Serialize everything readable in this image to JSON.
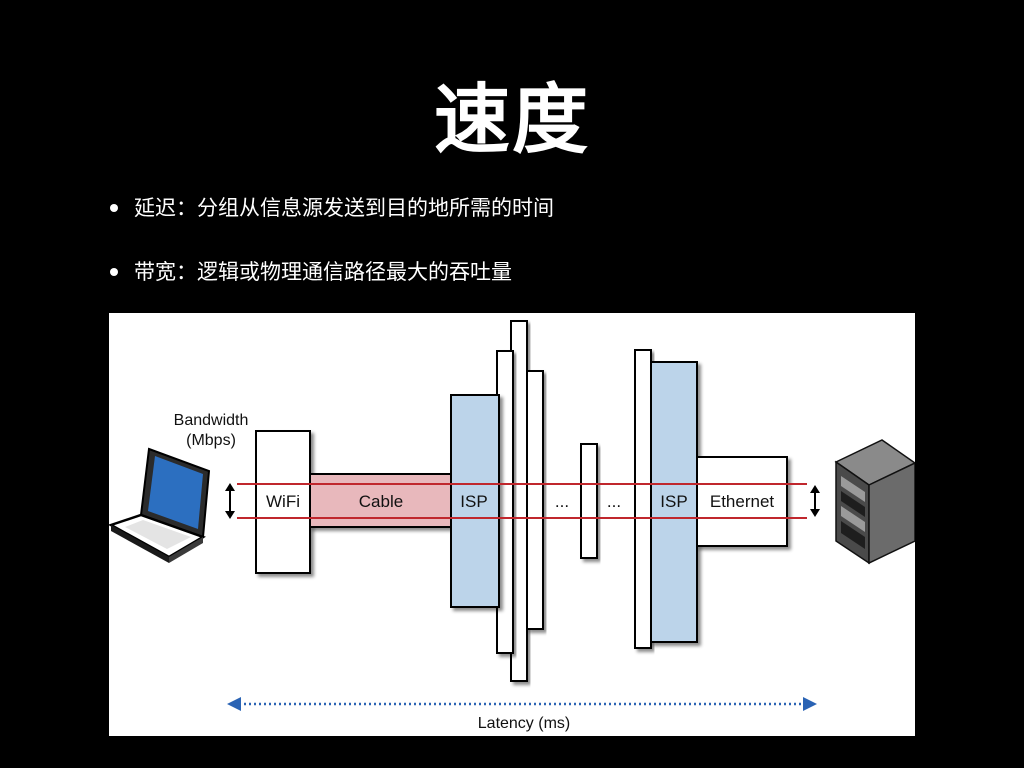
{
  "slide": {
    "title": "速度",
    "bullets": [
      "延迟：分组从信息源发送到目的地所需的时间",
      "带宽：逻辑或物理通信路径最大的吞吐量"
    ]
  },
  "diagram": {
    "bandwidth_label_line1": "Bandwidth",
    "bandwidth_label_line2": "(Mbps)",
    "latency_label": "Latency (ms)",
    "hops": [
      "WiFi",
      "Cable",
      "ISP",
      "...",
      "...",
      "ISP",
      "Ethernet"
    ],
    "colors": {
      "background": "#000000",
      "panel": "#ffffff",
      "isp_fill": "#bcd4ea",
      "cable_fill": "#e8b8bc",
      "bandwidth_line": "#c0272d",
      "latency_arrow": "#2a63b4",
      "laptop_screen": "#2c6fc0"
    },
    "icons": [
      "laptop-icon",
      "server-icon"
    ]
  }
}
